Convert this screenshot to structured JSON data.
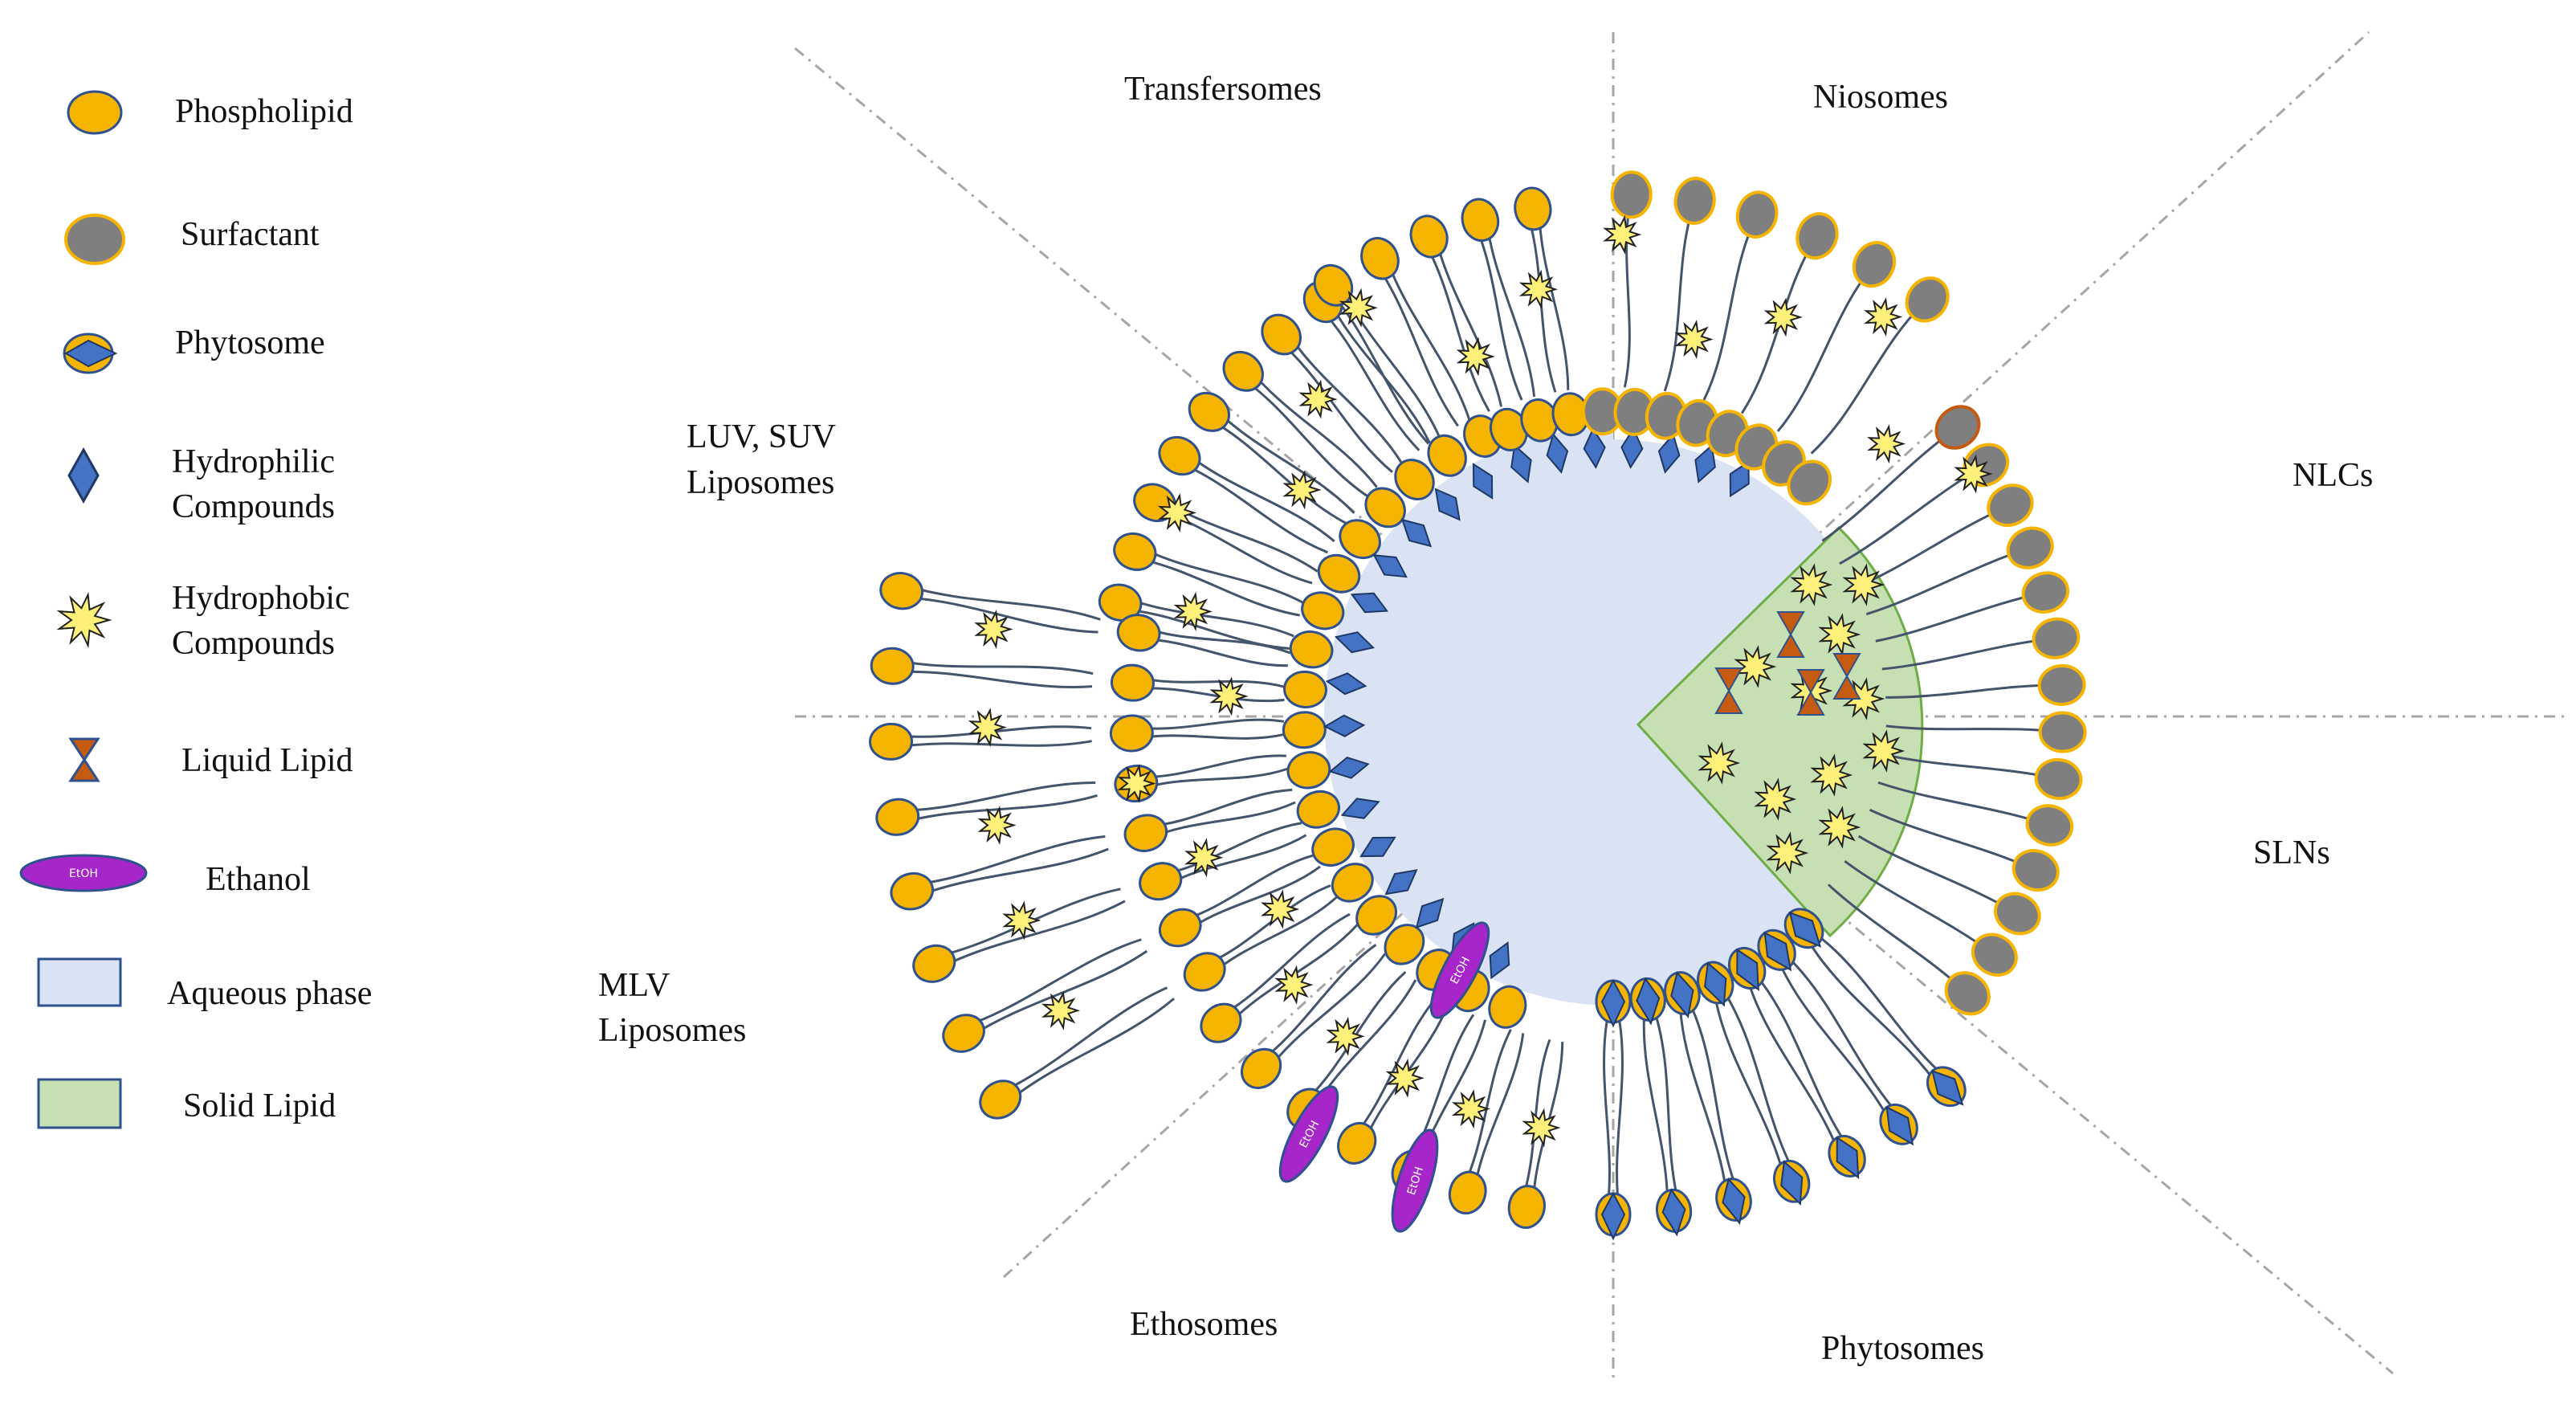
{
  "legend": {
    "phospholipid": "Phospholipid",
    "surfactant": "Surfactant",
    "phytosome": "Phytosome",
    "hydrophilic_1": "Hydrophilic",
    "hydrophilic_2": "Compounds",
    "hydrophobic_1": "Hydrophobic",
    "hydrophobic_2": "Compounds",
    "liquid_lipid": "Liquid Lipid",
    "ethanol": "Ethanol",
    "ethanol_badge": "EtOH",
    "aqueous": "Aqueous phase",
    "solid_lipid": "Solid Lipid"
  },
  "sectors": {
    "transfersomes": "Transfersomes",
    "niosomes": "Niosomes",
    "luv_1": "LUV, SUV",
    "luv_2": "Liposomes",
    "nlcs": "NLCs",
    "slns": "SLNs",
    "mlv_1": "MLV",
    "mlv_2": "Liposomes",
    "ethosomes": "Ethosomes",
    "phytosomes": "Phytosomes"
  },
  "colors": {
    "phospholipid": "#f5b400",
    "surfactant": "#7f7f7f",
    "hydrophilic": "#4472c4",
    "hydrophobic": "#fff07a",
    "liquid_lipid": "#c55a11",
    "ethanol": "#a626c9",
    "aqueous": "#dae3f3",
    "solid_lipid": "#c6e0b4",
    "tail": "#44546a",
    "outline": "#2f528f"
  }
}
